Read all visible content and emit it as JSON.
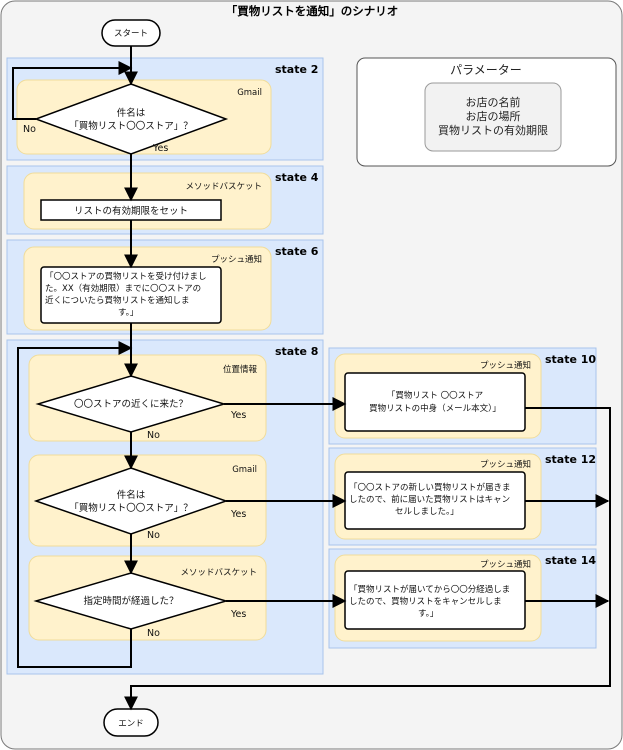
{
  "title": "「買物リストを通知」のシナリオ",
  "start": "スタート",
  "end": "エンド",
  "states": {
    "s2": "state 2",
    "s4": "state 4",
    "s6": "state 6",
    "s8": "state 8",
    "s10": "state 10",
    "s12": "state 12",
    "s14": "state 14"
  },
  "lanes": {
    "gmail_a": "Gmail",
    "method_a": "メソッドバスケット",
    "push_6": "プッシュ通知",
    "location": "位置情報",
    "gmail_b": "Gmail",
    "method_b": "メソッドバスケット",
    "push_10": "プッシュ通知",
    "push_12": "プッシュ通知",
    "push_14": "プッシュ通知"
  },
  "nodes": {
    "d1_l1": "件名は",
    "d1_l2": "「買物リスト〇〇ストア」？",
    "p4": "リストの有効期限をセット",
    "p6_l1": "「〇〇ストアの買物リストを受け付けまし",
    "p6_l2": "た。XX（有効期限）までに〇〇ストアの",
    "p6_l3": "近くについたら買物リストを通知しま",
    "p6_l4": "す。」",
    "d2": "〇〇ストアの近くに来た？",
    "d3_l1": "件名は",
    "d3_l2": "「買物リスト〇〇ストア」？",
    "d4": "指定時間が経過した？",
    "p10_l1": "「買物リスト 〇〇ストア",
    "p10_l2": "買物リストの中身（メール本文）」",
    "p12_l1": "「〇〇ストアの新しい買物リストが届きま",
    "p12_l2": "したので、前に届いた買物リストはキャン",
    "p12_l3": "セルしました。」",
    "p14_l1": "「買物リストが届いてから〇〇分経過しま",
    "p14_l2": "したので、買物リストをキャンセルしま",
    "p14_l3": "す。」"
  },
  "edge_labels": {
    "no1": "No",
    "yes1": "Yes",
    "yes2": "Yes",
    "no2": "No",
    "yes3": "Yes",
    "no3": "No",
    "yes4": "Yes",
    "no4": "No"
  },
  "params": {
    "title": "パラメーター",
    "items": [
      "お店の名前",
      "お店の場所",
      "買物リストの有効期限"
    ]
  }
}
